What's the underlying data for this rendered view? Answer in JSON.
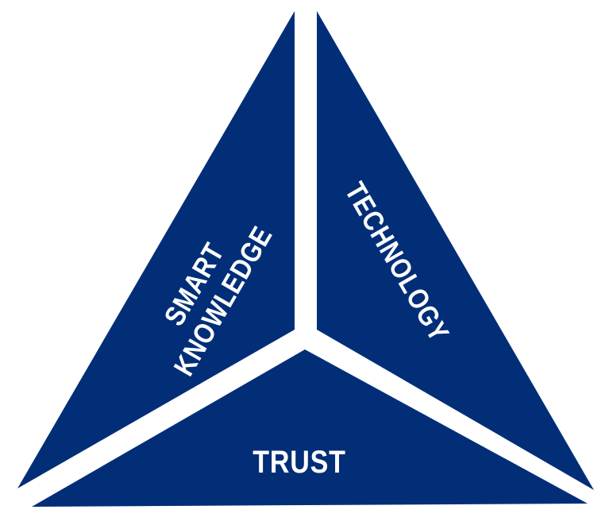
{
  "colors": {
    "segment": "#022e78",
    "text": "#ffffff"
  },
  "segments": {
    "left": {
      "line1": "SMART",
      "line2": "KNOWLEDGE"
    },
    "right": {
      "label": "TECHNOLOGY"
    },
    "bottom": {
      "label": "TRUST"
    }
  }
}
